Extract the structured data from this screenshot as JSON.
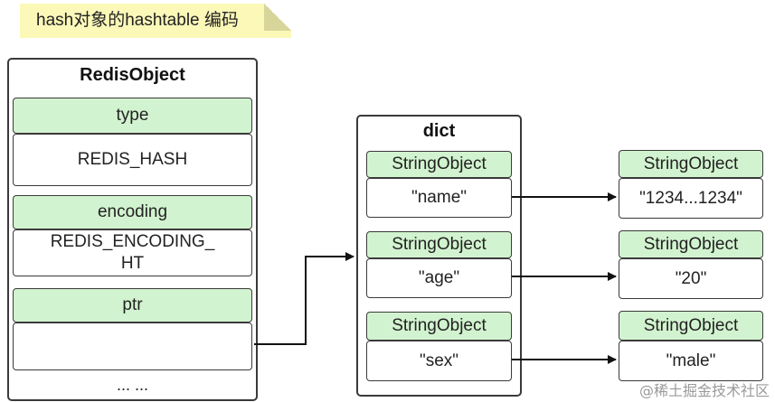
{
  "header": {
    "title": "hash对象的hashtable 编码"
  },
  "redis_object": {
    "title": "RedisObject",
    "type_label": "type",
    "type_value": "REDIS_HASH",
    "encoding_label": "encoding",
    "encoding_value": "REDIS_ENCODING_\nHT",
    "ptr_label": "ptr",
    "ellipsis": "... ..."
  },
  "dict": {
    "title": "dict",
    "entries": [
      {
        "key_type": "StringObject",
        "key": "\"name\"",
        "value_type": "StringObject",
        "value": "\"1234...1234\""
      },
      {
        "key_type": "StringObject",
        "key": "\"age\"",
        "value_type": "StringObject",
        "value": "\"20\""
      },
      {
        "key_type": "StringObject",
        "key": "\"sex\"",
        "value_type": "StringObject",
        "value": "\"male\""
      }
    ]
  },
  "watermark": "@稀土掘金技术社区"
}
